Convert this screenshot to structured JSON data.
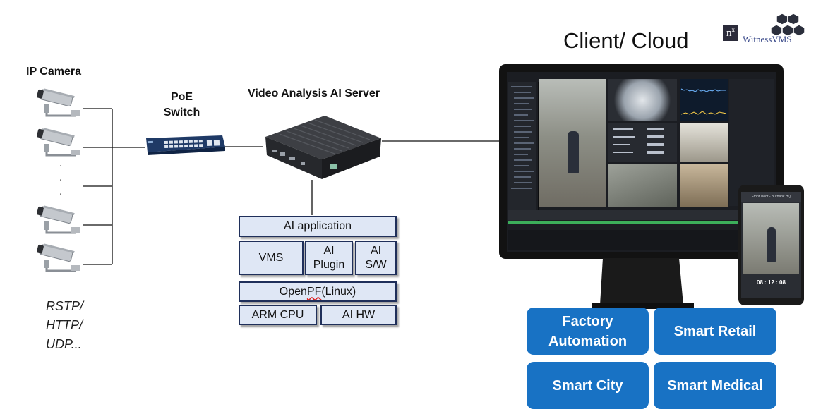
{
  "camera_section": {
    "title": "IP Camera",
    "ellipsis": [
      ".",
      ".",
      "."
    ],
    "protocols": [
      "RSTP/",
      "HTTP/",
      "UDP..."
    ]
  },
  "switch": {
    "title_line1": "PoE",
    "title_line2": "Switch"
  },
  "server": {
    "title": "Video Analysis AI Server"
  },
  "stack": {
    "ai_application": "AI application",
    "vms": "VMS",
    "ai_plugin": "AI Plugin",
    "ai_sw": "AI S/W",
    "openpf_prefix": "Open",
    "openpf_marked": "PF",
    "openpf_suffix": "(Linux)",
    "arm_cpu": "ARM CPU",
    "ai_hw": "AI HW"
  },
  "client": {
    "title": "Client/ Cloud"
  },
  "logo": {
    "mark": "n",
    "mark_sup": "x",
    "brand": "WitnessVMS"
  },
  "solutions": {
    "factory_line1": "Factory",
    "factory_line2": "Automation",
    "retail": "Smart Retail",
    "city": "Smart City",
    "medical": "Smart Medical"
  },
  "phone": {
    "header": "Front Door - Burbank HQ",
    "time": "08 : 12 : 08"
  },
  "colors": {
    "tile_blue": "#1872c4",
    "stack_fill": "#dfe7f5",
    "stack_border": "#1f2f5a",
    "monitor_frame": "#121212"
  }
}
